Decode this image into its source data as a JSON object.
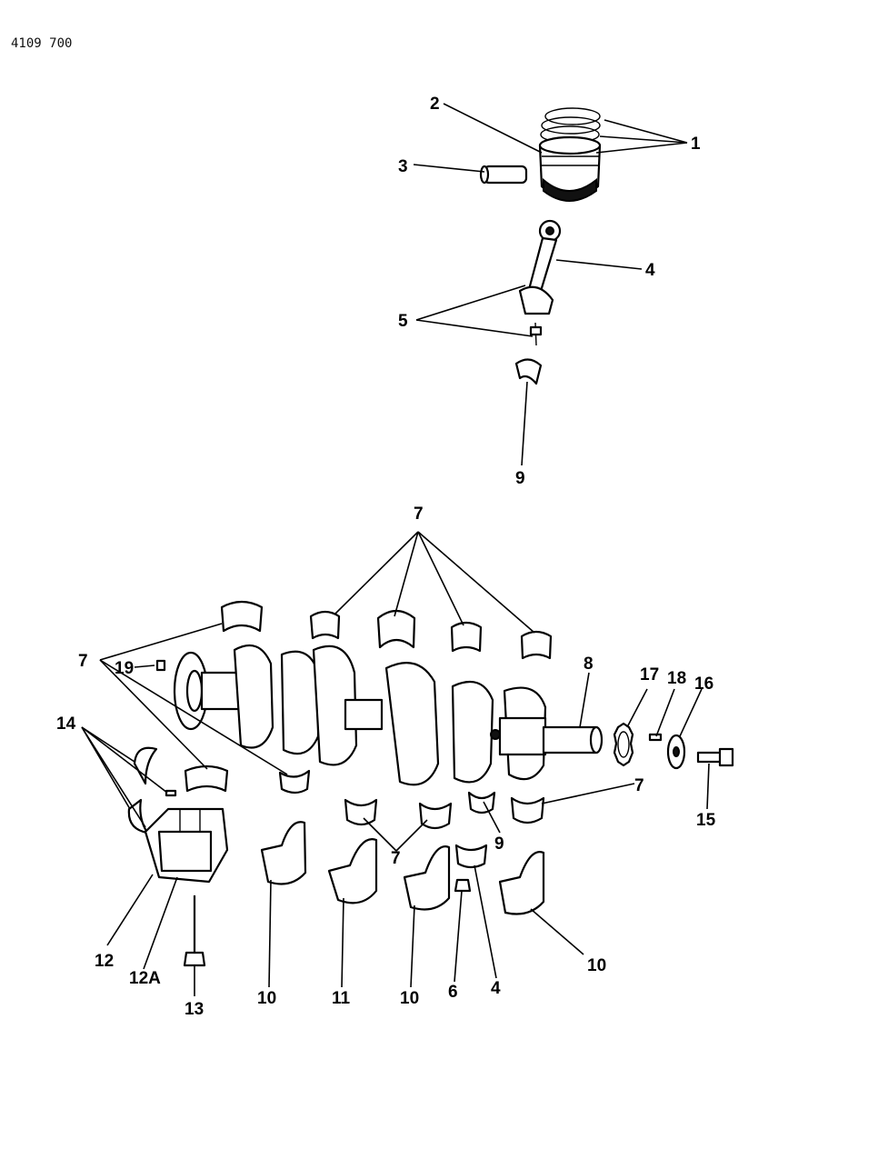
{
  "document_id": "4109 700",
  "callouts": {
    "c1": "1",
    "c2": "2",
    "c3": "3",
    "c4": "4",
    "c5": "5",
    "c9a": "9",
    "c7top": "7",
    "c7left": "7",
    "c19": "19",
    "c14": "14",
    "c8": "8",
    "c17": "17",
    "c18": "18",
    "c16": "16",
    "c7right": "7",
    "c15": "15",
    "c9b": "9",
    "c7mid": "7",
    "c12": "12",
    "c12a": "12A",
    "c13": "13",
    "c10a": "10",
    "c11": "11",
    "c10b": "10",
    "c6": "6",
    "c4b": "4",
    "c10c": "10"
  }
}
